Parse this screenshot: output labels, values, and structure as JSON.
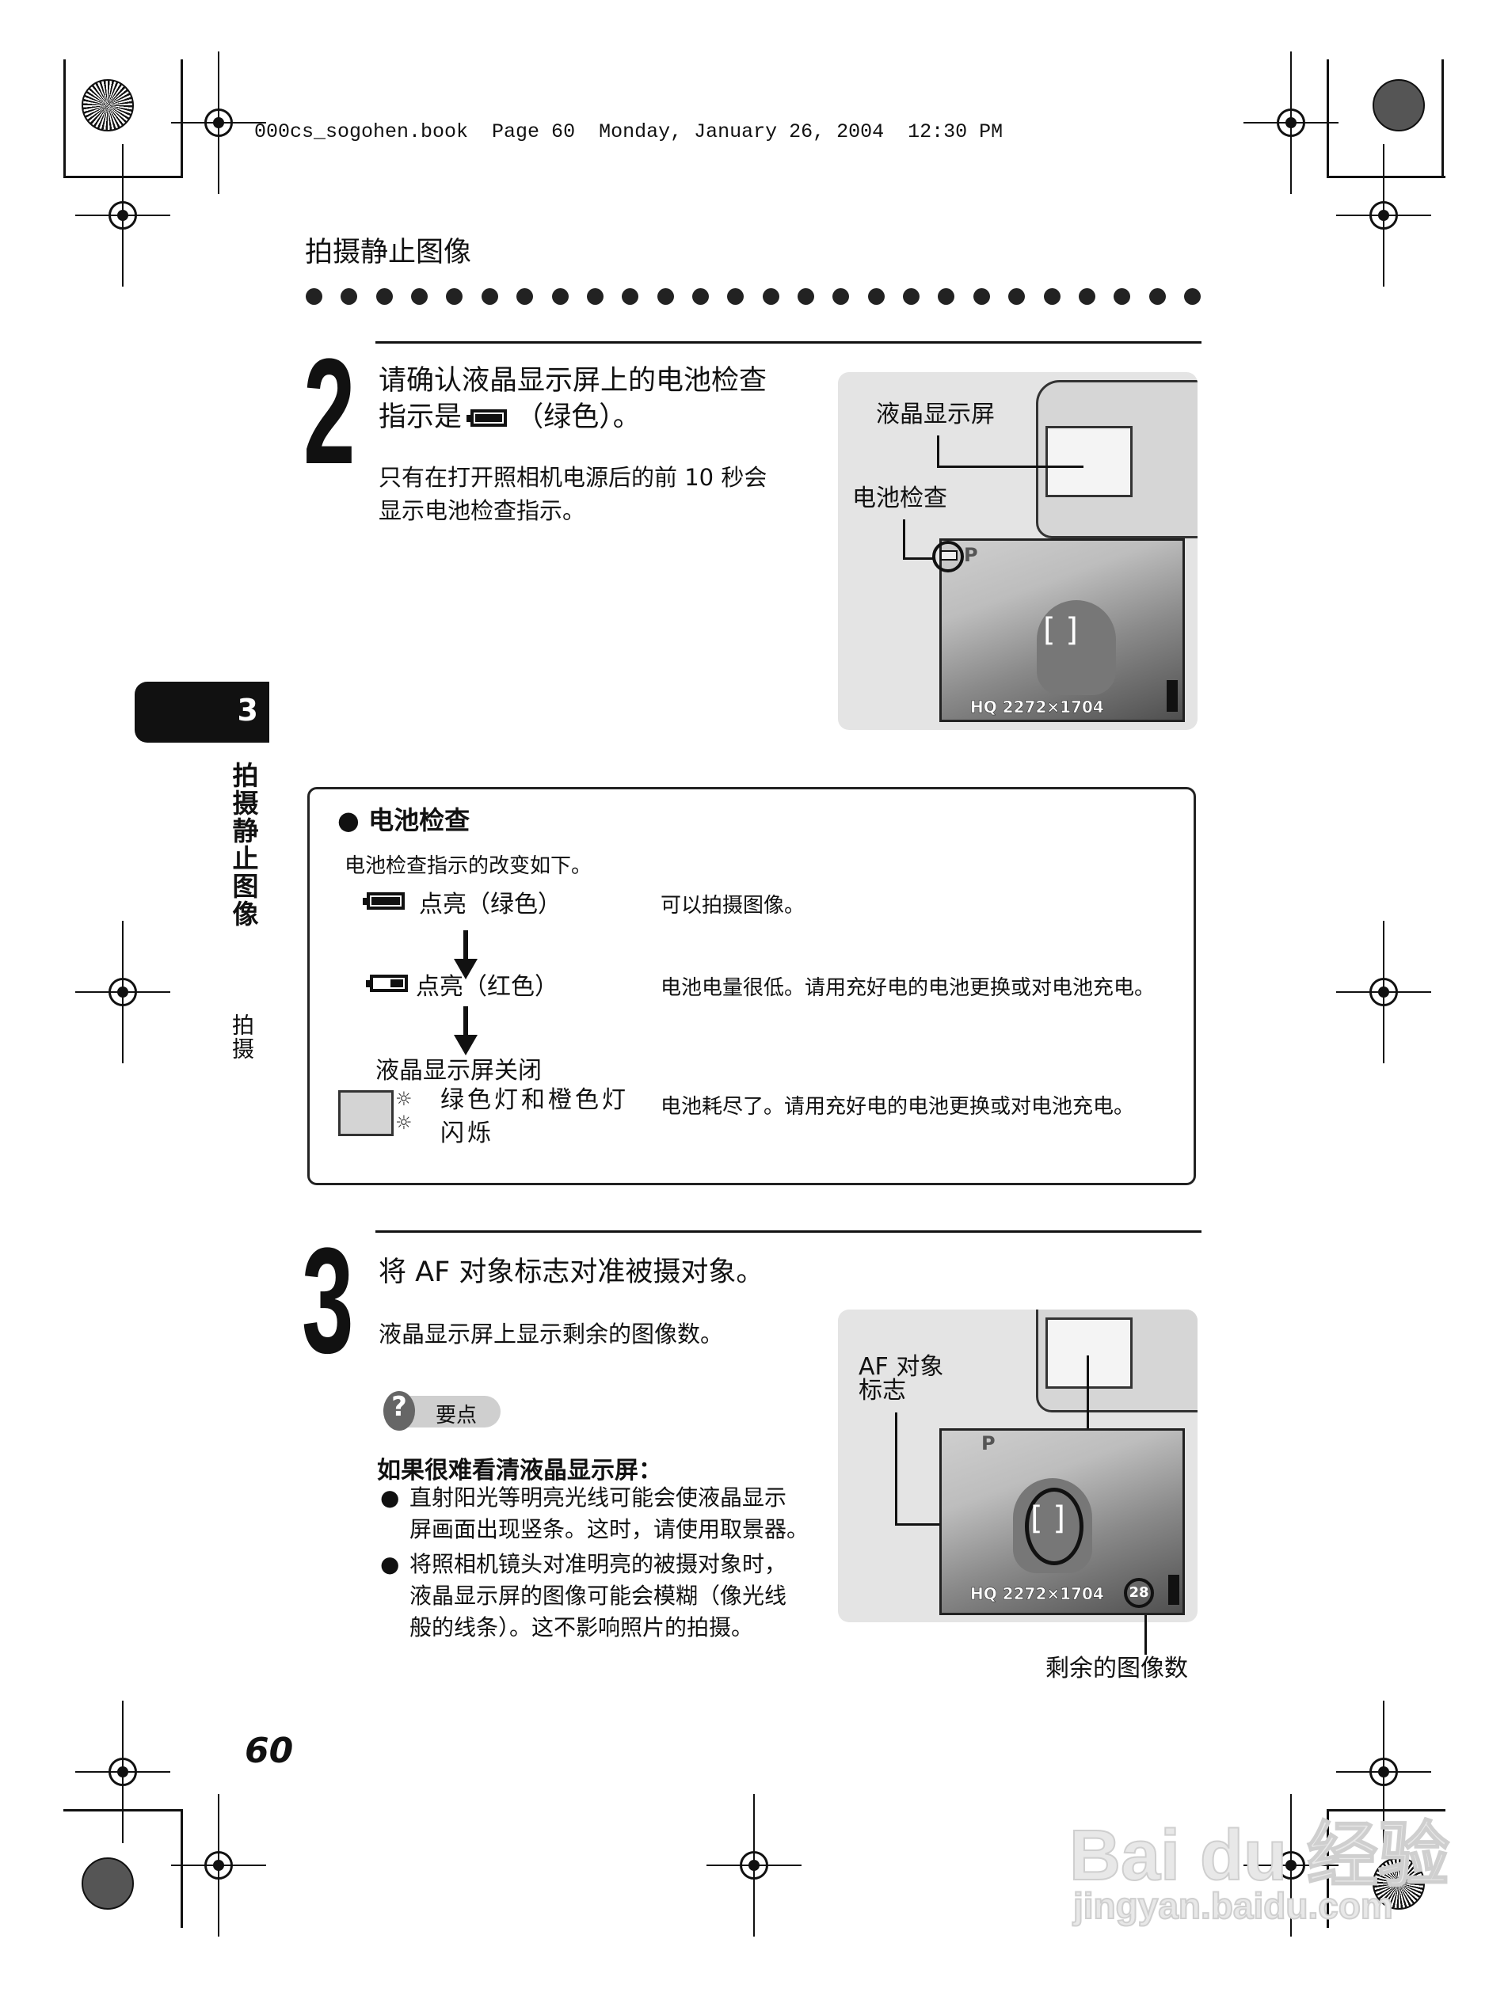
{
  "header": {
    "file_line": "000cs_sogohen.book  Page 60  Monday, January 26, 2004  12:30 PM"
  },
  "section_title": "拍摄静止图像",
  "chapter_tab": {
    "number": "3",
    "title": "拍摄静止图像",
    "subtitle": "拍摄"
  },
  "step2": {
    "number": "2",
    "line1": "请确认液晶显示屏上的电池检查",
    "line2_pre": "指示是",
    "line2_post": "（绿色）。",
    "note1": "只有在打开照相机电源后的前 10 秒会",
    "note2": "显示电池检查指示。",
    "figure": {
      "label_lcd": "液晶显示屏",
      "label_battery": "电池检查",
      "mode": "P",
      "lcd_info": "HQ 2272×1704"
    }
  },
  "battery_box": {
    "title": "电池检查",
    "intro": "电池检查指示的改变如下。",
    "rows": [
      {
        "state": "点亮（绿色）",
        "desc": "可以拍摄图像。",
        "icon": "battery-full-icon"
      },
      {
        "state": "点亮（红色）",
        "desc": "电池电量很低。请用充好电的电池更换或对电池充电。",
        "icon": "battery-low-icon"
      },
      {
        "state_title": "液晶显示屏关闭",
        "state_line1": "绿色灯和橙色灯",
        "state_line2": "闪烁",
        "desc": "电池耗尽了。请用充好电的电池更换或对电池充电。",
        "icon": "lcd-off-blinking-icon"
      }
    ]
  },
  "step3": {
    "number": "3",
    "heading": "将 AF 对象标志对准被摄对象。",
    "sub": "液晶显示屏上显示剩余的图像数。",
    "tip_badge": "要点",
    "tip_title": "如果很难看清液晶显示屏：",
    "bullets": [
      [
        "直射阳光等明亮光线可能会使液晶显示",
        "屏画面出现竖条。这时，请使用取景器。"
      ],
      [
        "将照相机镜头对准明亮的被摄对象时，",
        "液晶显示屏的图像可能会模糊（像光线",
        "般的线条）。这不影响照片的拍摄。"
      ]
    ],
    "figure": {
      "label_af1": "AF 对象",
      "label_af2": "标志",
      "mode": "P",
      "lcd_info": "HQ 2272×1704",
      "remaining": "28",
      "label_remaining": "剩余的图像数"
    }
  },
  "page_number": "60",
  "watermark": {
    "brand": "Bai du 经验",
    "url": "jingyan.baidu.com"
  }
}
